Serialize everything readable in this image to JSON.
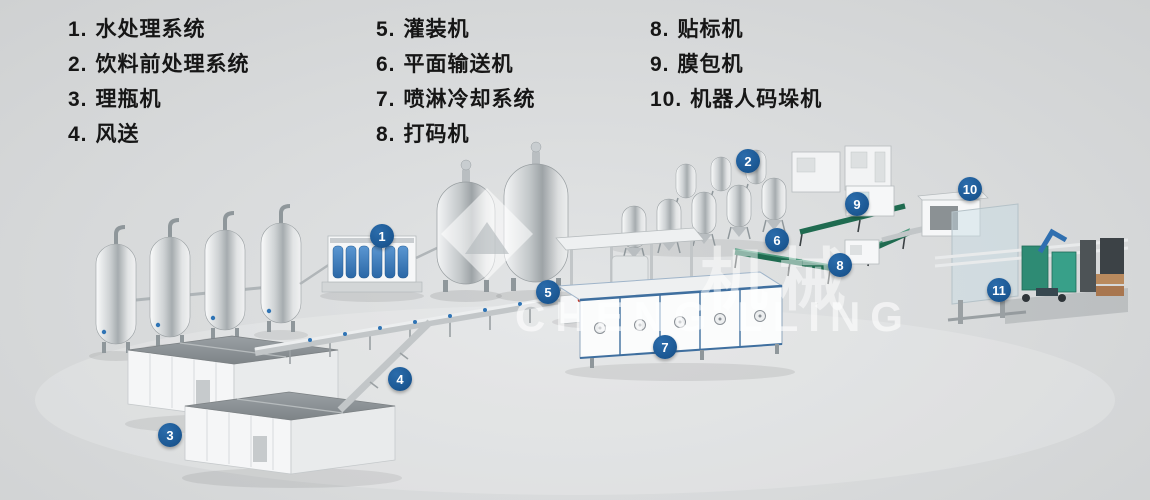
{
  "page": {
    "background": "#d8dadb"
  },
  "legend": {
    "columns": [
      {
        "items": [
          {
            "num": "1.",
            "label": "水处理系统"
          },
          {
            "num": "2.",
            "label": "饮料前处理系统"
          },
          {
            "num": "3.",
            "label": "理瓶机"
          },
          {
            "num": "4.",
            "label": "风送"
          }
        ]
      },
      {
        "items": [
          {
            "num": "5.",
            "label": "灌装机"
          },
          {
            "num": "6.",
            "label": "平面输送机"
          },
          {
            "num": "7.",
            "label": "喷淋冷却系统"
          },
          {
            "num": "8.",
            "label": "打码机"
          }
        ]
      },
      {
        "items": [
          {
            "num": "8.",
            "label": "贴标机"
          },
          {
            "num": "9.",
            "label": "膜包机"
          },
          {
            "num": "10.",
            "label": "机器人码垛机"
          }
        ]
      }
    ]
  },
  "badges": [
    {
      "n": "1"
    },
    {
      "n": "2"
    },
    {
      "n": "3"
    },
    {
      "n": "4"
    },
    {
      "n": "5"
    },
    {
      "n": "6"
    },
    {
      "n": "7"
    },
    {
      "n": "8"
    },
    {
      "n": "9"
    },
    {
      "n": "10"
    },
    {
      "n": "11"
    }
  ],
  "watermark": {
    "cn": "机械",
    "en_left": "CHENG",
    "en_right": "LLING"
  },
  "colors": {
    "badge": "#1d5a96",
    "accent_blue": "#2f74b5",
    "conveyor_green": "#1f6b50",
    "background": "#d8dadb"
  }
}
